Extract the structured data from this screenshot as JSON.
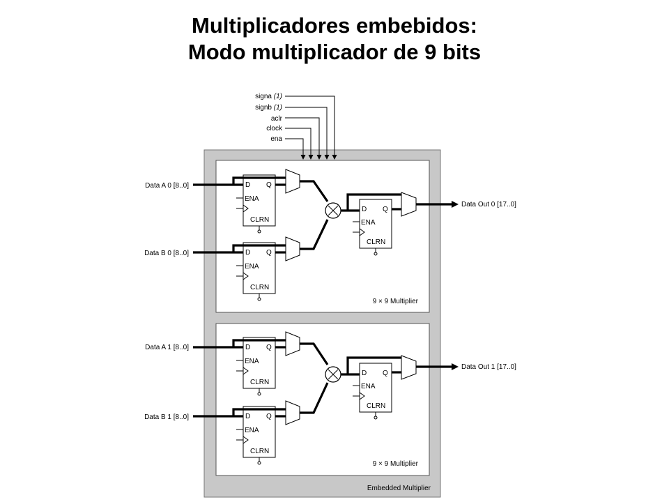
{
  "title": {
    "line1": "Multiplicadores embebidos:",
    "line2": "Modo multiplicador de 9 bits"
  },
  "control_signals": {
    "signa": "signa",
    "signa_note": "(1)",
    "signb": "signb",
    "signb_note": "(1)",
    "aclr": "aclr",
    "clock": "clock",
    "ena": "ena"
  },
  "outer_block_label": "Embedded Multiplier",
  "units": [
    {
      "label": "9 × 9 Multiplier",
      "input_a": "Data A 0 [8..0]",
      "input_b": "Data B 0 [8..0]",
      "output": "Data Out 0 [17..0]"
    },
    {
      "label": "9 × 9 Multiplier",
      "input_a": "Data A 1 [8..0]",
      "input_b": "Data B 1 [8..0]",
      "output": "Data Out 1 [17..0]"
    }
  ],
  "register": {
    "d": "D",
    "q": "Q",
    "ena": "ENA",
    "clrn": "CLRN"
  }
}
